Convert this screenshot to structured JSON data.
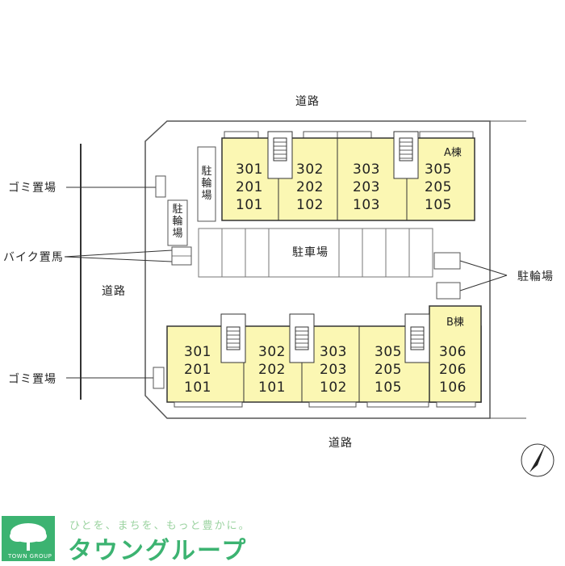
{
  "roads": {
    "top": "道路",
    "left": "道路",
    "bottom": "道路"
  },
  "labels": {
    "gomi_top": "ゴミ置場",
    "bike": "バイク置馬",
    "gomi_bottom": "ゴミ置場",
    "bicycle_right": "駐輪場",
    "parking": "駐車場",
    "bicycle_vertical_1": "駐輪場",
    "bicycle_vertical_2": "駐輪場"
  },
  "buildings": {
    "a": {
      "name": "A棟",
      "units": [
        [
          "301",
          "201",
          "101"
        ],
        [
          "302",
          "202",
          "102"
        ],
        [
          "303",
          "203",
          "103"
        ],
        [
          "305",
          "205",
          "105"
        ]
      ]
    },
    "b": {
      "name": "B棟",
      "units": [
        [
          "301",
          "201",
          "101"
        ],
        [
          "302",
          "202",
          "101"
        ],
        [
          "303",
          "203",
          "102"
        ],
        [
          "305",
          "205",
          "105"
        ],
        [
          "306",
          "206",
          "106"
        ]
      ]
    }
  },
  "brand": {
    "tagline": "ひとを、まちを、もっと豊かに。",
    "name": "タウングループ",
    "logo_text": "TOWN GROUP"
  },
  "colors": {
    "building_fill": "#fbf7b3",
    "line": "#333333",
    "brand_green": "#3cb371"
  }
}
